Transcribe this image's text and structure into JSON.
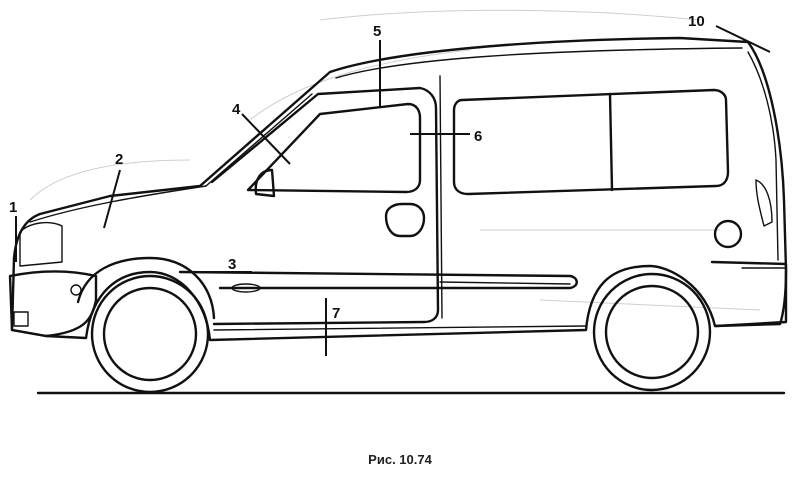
{
  "figure": {
    "caption": "Рис. 10.74",
    "callouts": [
      "1",
      "2",
      "3",
      "4",
      "5",
      "6",
      "7",
      "10"
    ]
  }
}
